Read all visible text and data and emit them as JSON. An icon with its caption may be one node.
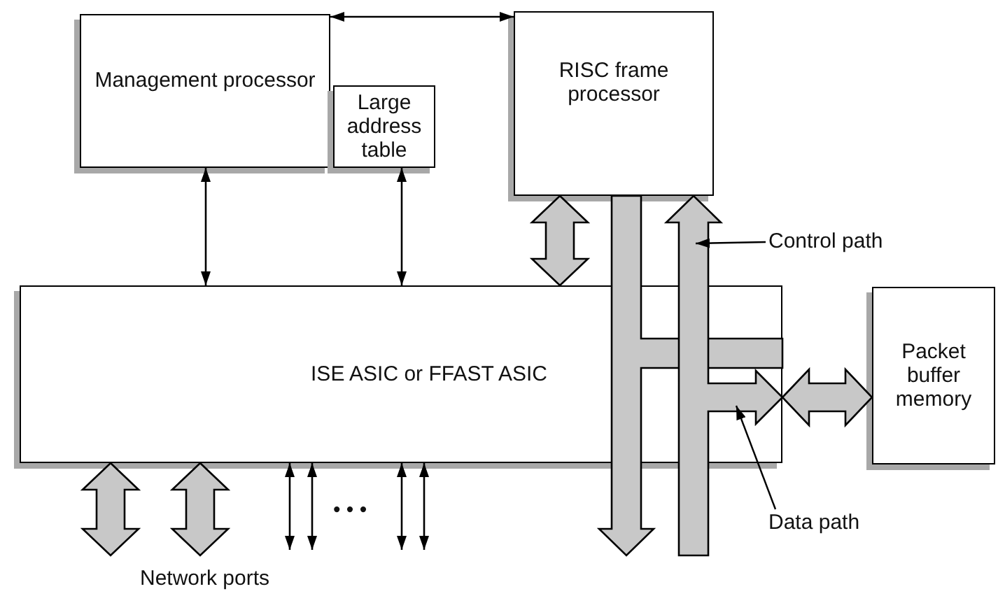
{
  "diagram": {
    "nodes": [
      {
        "text": [
          "Management processor"
        ]
      },
      {
        "text": [
          "Large address table"
        ]
      },
      {
        "text": [
          "RISC frame processor"
        ]
      },
      {
        "text": [
          "ISE ASIC or FFAST ASIC"
        ]
      },
      {
        "text": [
          "Packet buffer memory"
        ]
      },
      {
        "text": [
          "Control path"
        ]
      },
      {
        "text": [
          "Data path"
        ]
      }
    ],
    "edges": [
      {
        "from": 0,
        "to": 2,
        "arrow": "both"
      },
      {
        "from": 0,
        "to": 3,
        "arrow": "both"
      },
      {
        "from": 1,
        "to": 3,
        "arrow": "both"
      },
      {
        "from": 2,
        "to": 3,
        "arrow": "both",
        "style": "thick"
      },
      {
        "from": 3,
        "to": 4,
        "arrow": "both",
        "style": "thick"
      },
      {
        "from": 2,
        "to": null,
        "arrow": "to",
        "style": "thick"
      },
      {
        "from": 3,
        "to": 2,
        "arrow": "both",
        "style": "thick"
      },
      {
        "from": 3,
        "to": null,
        "arrow": "both",
        "style": "thick"
      },
      {
        "from": 3,
        "to": null,
        "arrow": "both",
        "style": "thick"
      },
      {
        "from": 3,
        "to": null,
        "arrow": "both"
      },
      {
        "from": 3,
        "to": null,
        "arrow": "both"
      },
      {
        "from": 3,
        "to": null,
        "arrow": "both"
      },
      {
        "from": 3,
        "to": null,
        "arrow": "both"
      },
      {
        "from": 5,
        "to": null,
        "arrow": "to"
      },
      {
        "from": 6,
        "to": 3,
        "arrow": "to"
      }
    ],
    "labels": [
      "• • •",
      "Network ports"
    ]
  }
}
